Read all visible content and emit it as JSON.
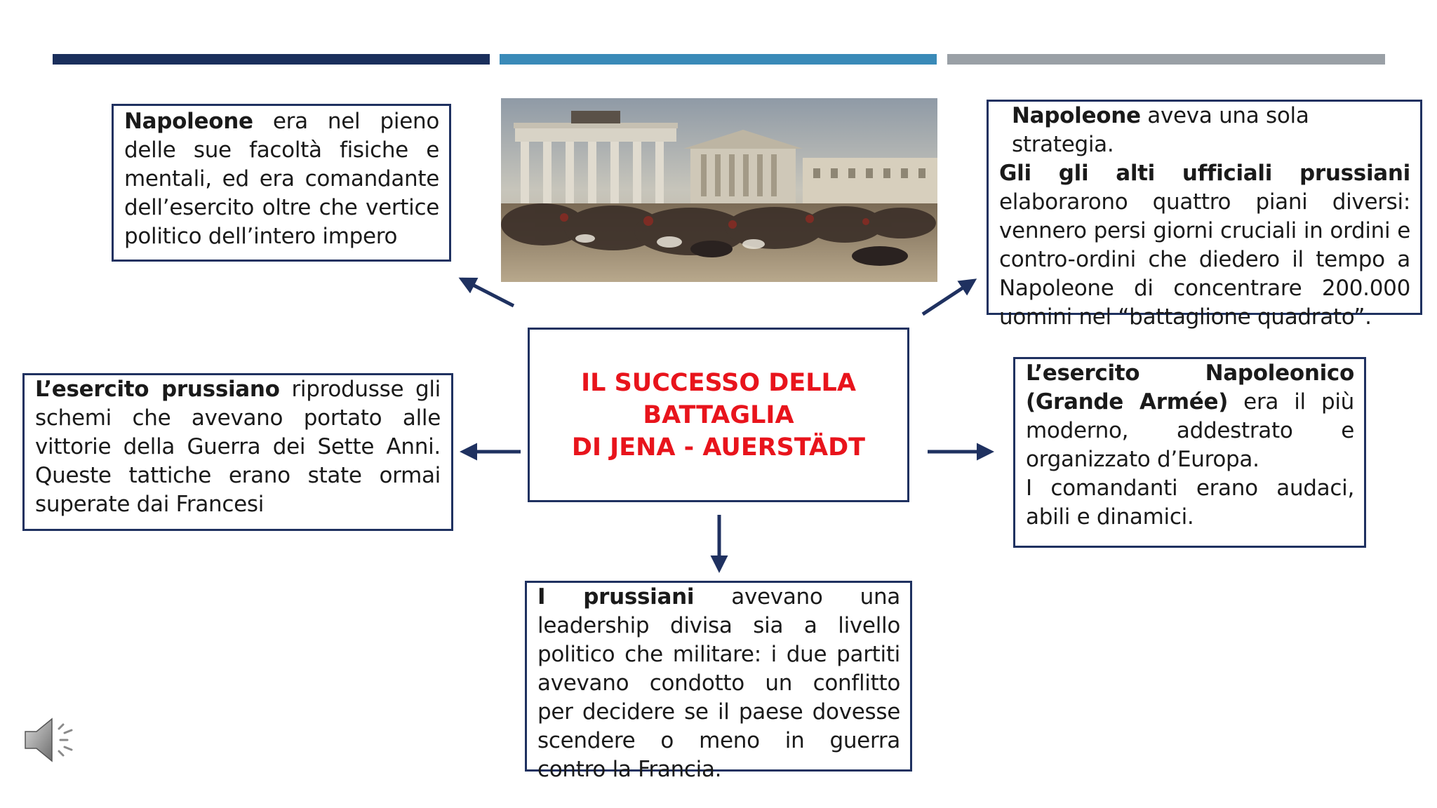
{
  "colors": {
    "bar_dark": "#1a2f5c",
    "bar_blue": "#3a8ab8",
    "bar_gray": "#9aa0a6",
    "box_border": "#1f3160",
    "title_red": "#e8141c",
    "arrow": "#1f3160"
  },
  "center": {
    "line1": "IL SUCCESSO DELLA",
    "line2": "BATTAGLIA",
    "line3": "DI JENA - AUERSTÄDT"
  },
  "boxes": {
    "top_left": {
      "bold": "Napoleone",
      "text": " era nel pieno delle sue facoltà fisiche e mentali, ed era comandante dell’esercito oltre che vertice politico dell’intero impero"
    },
    "top_right": {
      "line1_bold": "Napoleone",
      "line1_text": " aveva una sola strategia.",
      "line2_bold": "Gli gli alti ufficiali prussiani",
      "line2_text": " elaborarono quattro piani diversi: vennero persi giorni cruciali in ordini e contro-ordini che diedero il tempo a Napoleone di concentrare 200.000 uomini nel “battaglione quadrato”."
    },
    "left": {
      "bold": "L’esercito prussiano",
      "text": " riprodusse gli schemi che avevano portato alle vittorie della Guerra dei Sette Anni. Queste tattiche erano state ormai superate dai Francesi"
    },
    "right": {
      "bold": "L’esercito Napoleonico (Grande Armée)",
      "text": " era il più moderno, addestrato e organizzato d’Europa.",
      "line2": "I comandanti erano audaci, abili e dinamici."
    },
    "bottom": {
      "bold": "I prussiani",
      "text": " avevano una leadership divisa sia a livello politico che militare: i due partiti avevano condotto un conflitto per decidere se il paese dovesse scendere o meno in guerra contro la Francia."
    }
  },
  "icons": {
    "speaker": "speaker-icon",
    "painting": "battle-painting-image"
  }
}
